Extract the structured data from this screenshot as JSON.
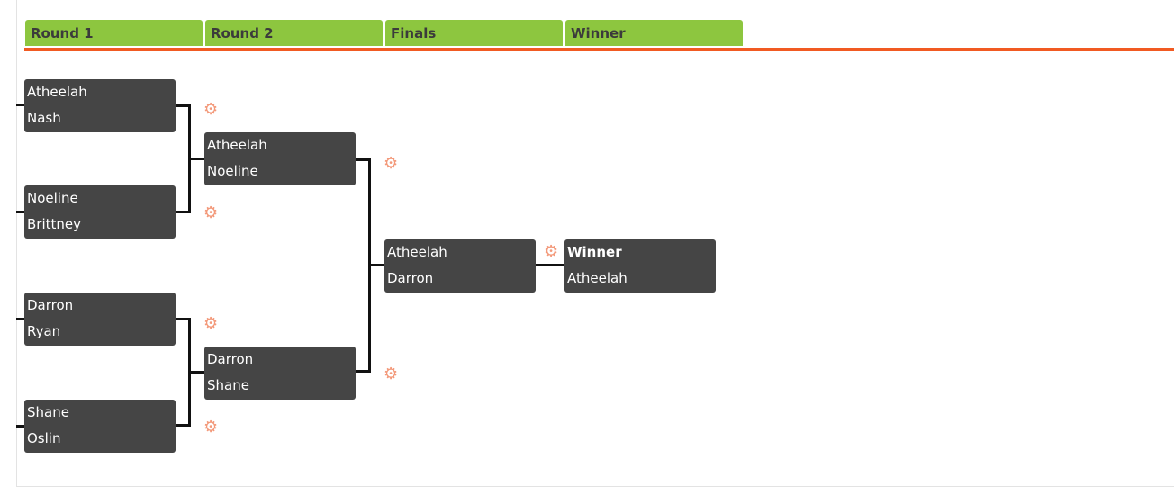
{
  "rounds": [
    {
      "label": "Round 1"
    },
    {
      "label": "Round 2"
    },
    {
      "label": "Finals"
    },
    {
      "label": "Winner"
    }
  ],
  "round1": [
    {
      "team1": "Atheelah",
      "team2": "Nash"
    },
    {
      "team1": "Noeline",
      "team2": "Brittney"
    },
    {
      "team1": "Darron",
      "team2": "Ryan"
    },
    {
      "team1": "Shane",
      "team2": "Oslin"
    }
  ],
  "round2": [
    {
      "team1": "Atheelah",
      "team2": "Noeline"
    },
    {
      "team1": "Darron",
      "team2": "Shane"
    }
  ],
  "finals": [
    {
      "team1": "Atheelah",
      "team2": "Darron"
    }
  ],
  "winner": {
    "heading": "Winner",
    "name": "Atheelah"
  },
  "colors": {
    "header_bg": "#8dc63f",
    "header_rule": "#f15a22",
    "match_bg": "#454545",
    "gear": "#f3997a",
    "connector": "#111111"
  },
  "icons": {
    "settings": "gear-icon"
  }
}
